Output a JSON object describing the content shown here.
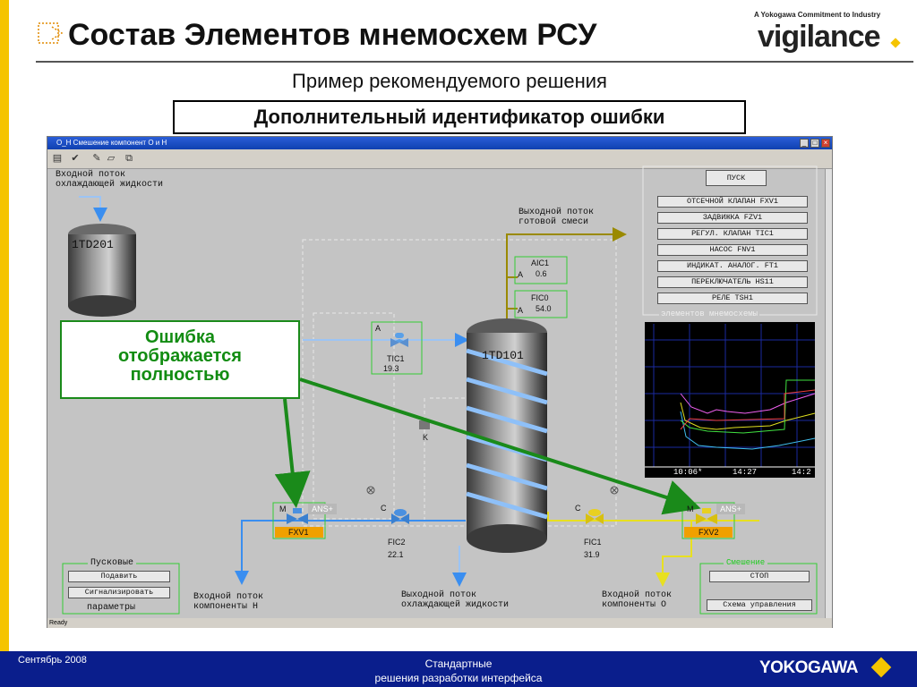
{
  "slide": {
    "title": "Состав Элементов мнемосхем РСУ",
    "subtitle": "Пример рекомендуемого решения",
    "identifier_box": "Дополнительный идентификатор ошибки",
    "brand_tagline": "A Yokogawa Commitment to Industry",
    "brand": "vigilance",
    "callout": [
      "Ошибка",
      "отображается",
      "полностью"
    ]
  },
  "window": {
    "title": "O_H Смешение компонент O и H",
    "status": "Ready"
  },
  "mimic": {
    "inlet_cooling": [
      "Входной поток",
      "охлаждающей жидкости"
    ],
    "outlet_mix": [
      "Выходной поток",
      "готовой смеси"
    ],
    "tank_left": "1TD201",
    "column": "1TD101",
    "aic": {
      "tag": "AIC1",
      "mode": "A",
      "value": "0.6"
    },
    "fic0": {
      "tag": "FIC0",
      "mode": "A",
      "value": "54.0"
    },
    "tic": {
      "tag": "TIC1",
      "mode": "A",
      "value": "19.3"
    },
    "k_label": "K",
    "fxv1": {
      "tag": "FXV1",
      "mode": "M",
      "alarm": "ANS+"
    },
    "fic2": {
      "tag": "FIC2",
      "mode": "C",
      "value": "22.1"
    },
    "fic1": {
      "tag": "FIC1",
      "mode": "C",
      "value": "31.9"
    },
    "fxv2": {
      "tag": "FXV2",
      "mode": "M",
      "alarm": "ANS+"
    },
    "inlet_h": [
      "Входной поток",
      "компоненты H"
    ],
    "outlet_cooling": [
      "Выходной поток",
      "охлаждающей жидкости"
    ],
    "inlet_o": [
      "Входной поток",
      "компоненты O"
    ]
  },
  "panel": {
    "start": "ПУСК",
    "items": [
      "ОТСЕЧНОЙ КЛАПАН FXV1",
      "ЗАДВИЖКА FZV1",
      "РЕГУЛ. КЛАПАН TIC1",
      "НАСОС FNV1",
      "ИНДИКАТ. АНАЛОГ. FT1",
      "ПЕРЕКЛЮЧАТЕЛЬ HS11",
      "РЕЛЕ  TSH1"
    ],
    "group_label": "элементов мнемосхемы",
    "trend_times": [
      "10:06*",
      "14:27",
      "14:2"
    ]
  },
  "start_group": {
    "top": "Пусковые",
    "bottom": "параметры",
    "btn_suppress": "Подавить",
    "btn_signal": "Сигнализировать"
  },
  "mix_group": {
    "label": "Смешение",
    "btn_stop": "СТОП",
    "btn_scheme": "Схема управления"
  },
  "footer": {
    "date": "Сентябрь 2008",
    "center_line1": "Стандартные",
    "center_line2": "решения разработки интерфейса",
    "logo": "YOKOGAWA"
  },
  "colors": {
    "accent_yellow": "#f5c400",
    "footer_blue": "#0a1e8c",
    "callout_green": "#128c12",
    "pipe_blue": "#3a8ef0",
    "pipe_olive": "#9a8a00",
    "pipe_yellow": "#e8e020"
  }
}
